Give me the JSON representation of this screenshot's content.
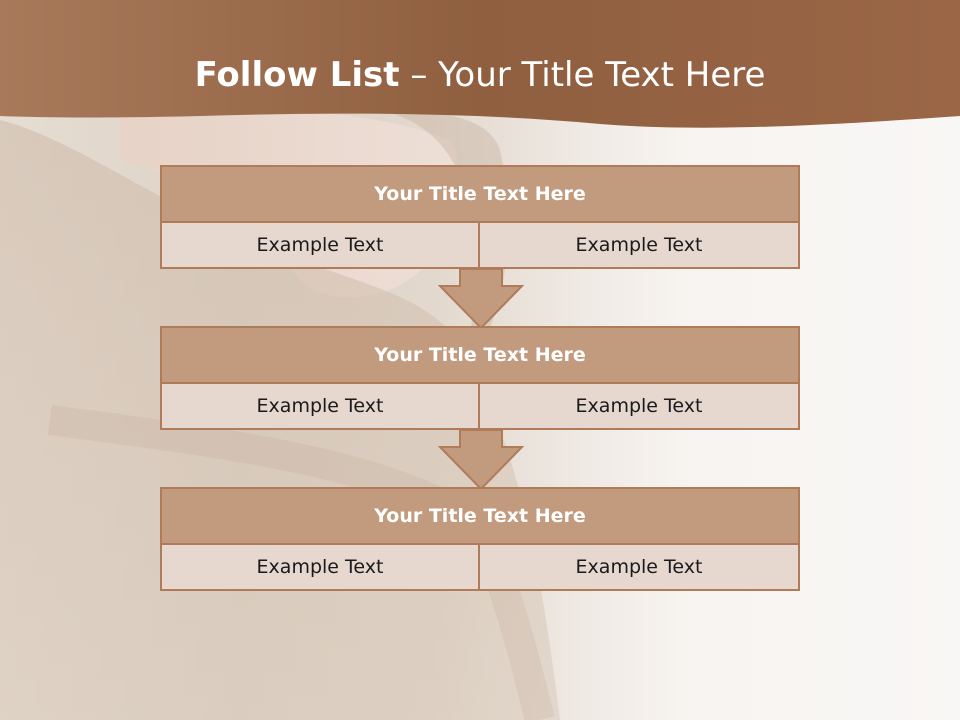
{
  "header": {
    "title_bold": "Follow List",
    "title_rest": "– Your Title Text Here"
  },
  "steps": [
    {
      "title": "Your Title Text Here",
      "left": "Example Text",
      "right": "Example Text"
    },
    {
      "title": "Your Title Text Here",
      "left": "Example Text",
      "right": "Example Text"
    },
    {
      "title": "Your Title Text Here",
      "left": "Example Text",
      "right": "Example Text"
    }
  ],
  "colors": {
    "banner": "#8a5a3c",
    "box_header": "#c29a7d",
    "box_border": "#b07b59",
    "box_cell": "#e6d7cf",
    "arrow": "#c29a7d"
  }
}
